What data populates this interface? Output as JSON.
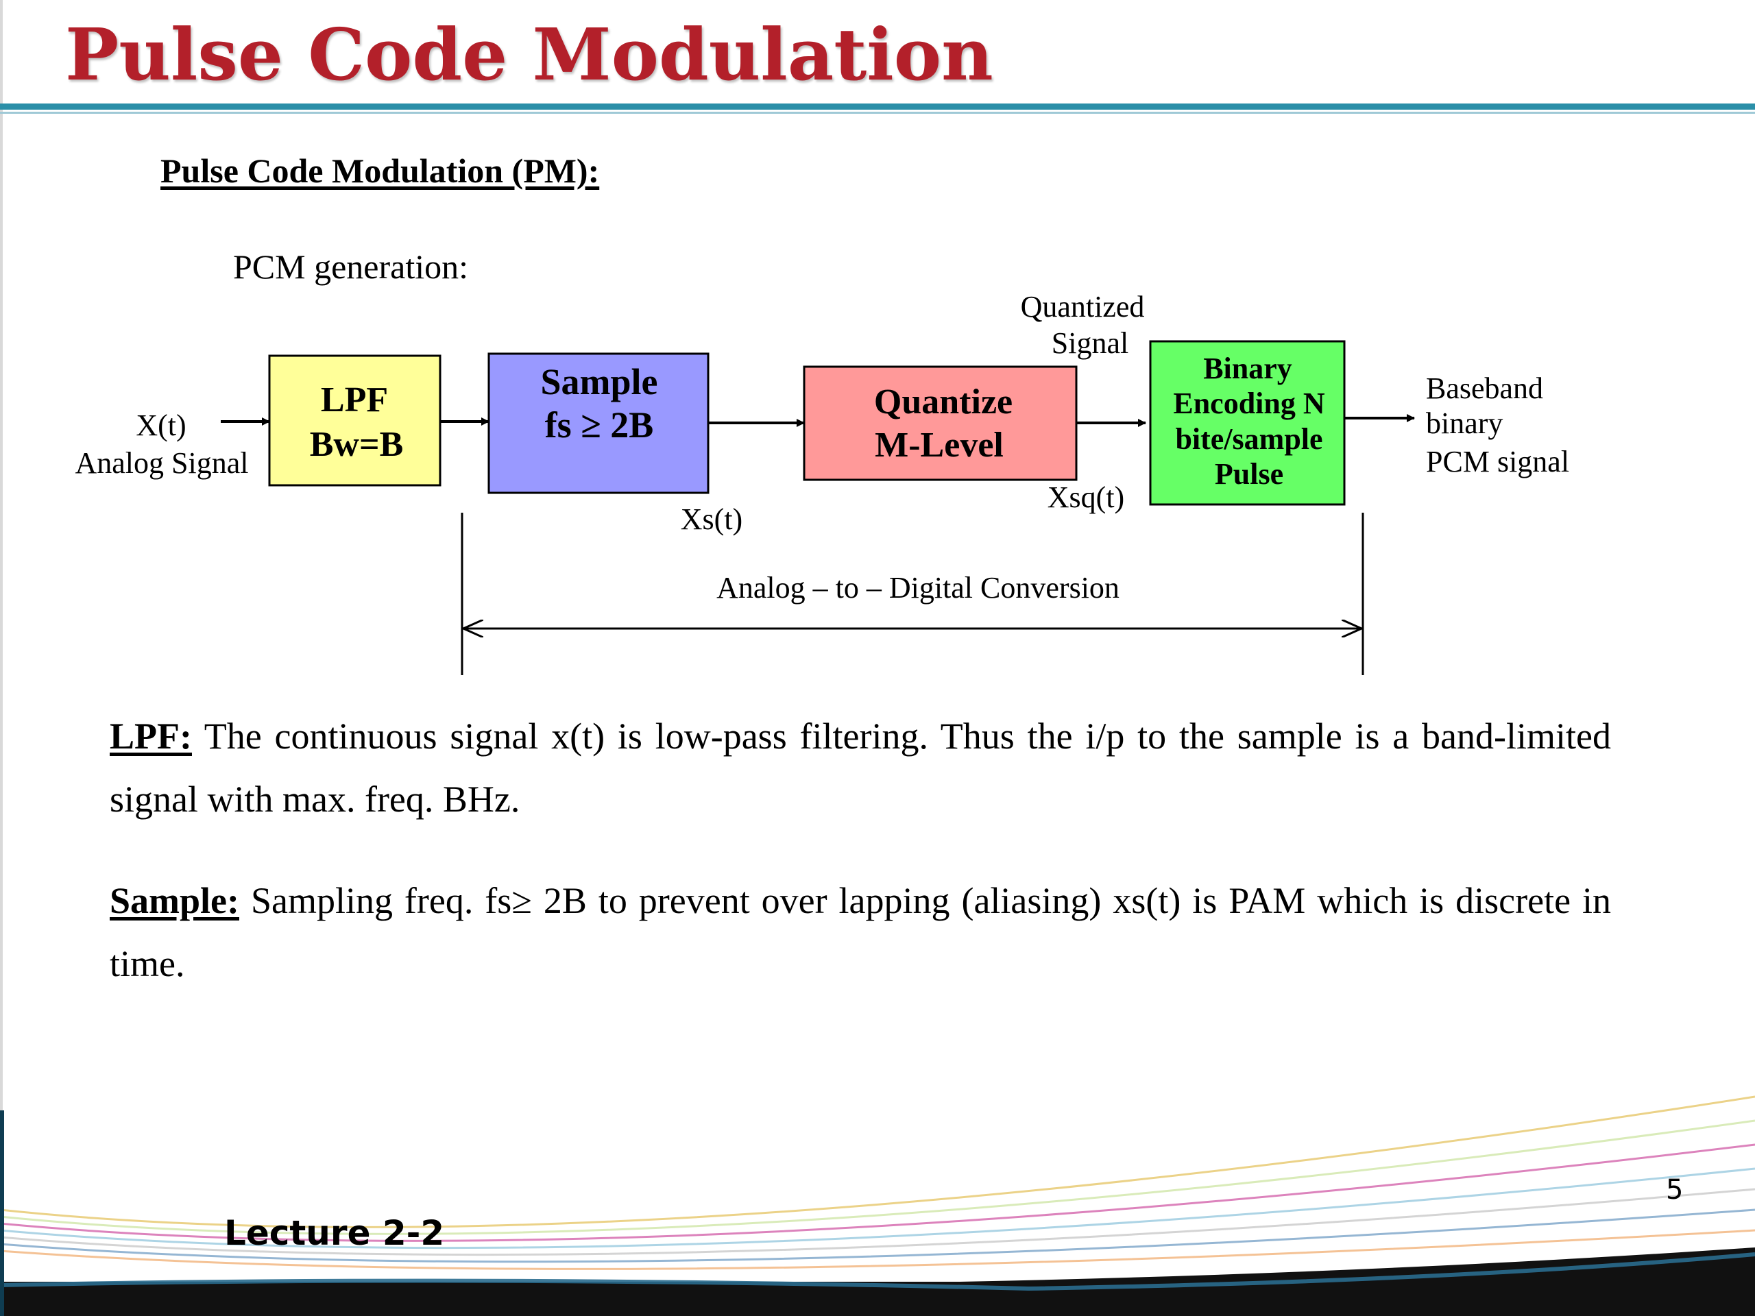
{
  "slide": {
    "title": "Pulse Code Modulation",
    "section_heading": "Pulse Code Modulation (PM):",
    "diagram_caption": "PCM generation:",
    "footer_label": "Lecture 2-2",
    "page_number": "5"
  },
  "diagram": {
    "input_label_1": "X(t)",
    "input_label_2": "Analog Signal",
    "blocks": [
      {
        "line1": "LPF",
        "line2": "Bw=B",
        "color": "#ffff99"
      },
      {
        "line1": "Sample",
        "line2": "fs ≥ 2B",
        "color": "#9999ff"
      },
      {
        "line1": "Quantize",
        "line2": "M-Level",
        "color": "#ff9999"
      },
      {
        "line1": "Binary",
        "line2": "Encoding N",
        "line3": "bite/sample",
        "line4": "Pulse",
        "color": "#66ff66"
      }
    ],
    "quantized_signal_1": "Quantized",
    "quantized_signal_2": "Signal",
    "xs_label": "Xs(t)",
    "xsq_label": "Xsq(t)",
    "output_label_1": "Baseband",
    "output_label_2": "binary",
    "output_label_3": "PCM signal",
    "adc_label": "Analog – to – Digital Conversion"
  },
  "paragraphs": {
    "lpf_term": "LPF:",
    "lpf_text": " The continuous signal x(t) is low-pass filtering. Thus the i/p to the sample is a band-limited signal with max. freq. BHz.",
    "sample_term": "Sample:",
    "sample_text": " Sampling freq. fs≥ 2B to prevent over lapping (aliasing) xs(t) is PAM which is discrete in time."
  },
  "colors": {
    "title": "#b3202a",
    "rule": "#2b8fa8"
  }
}
